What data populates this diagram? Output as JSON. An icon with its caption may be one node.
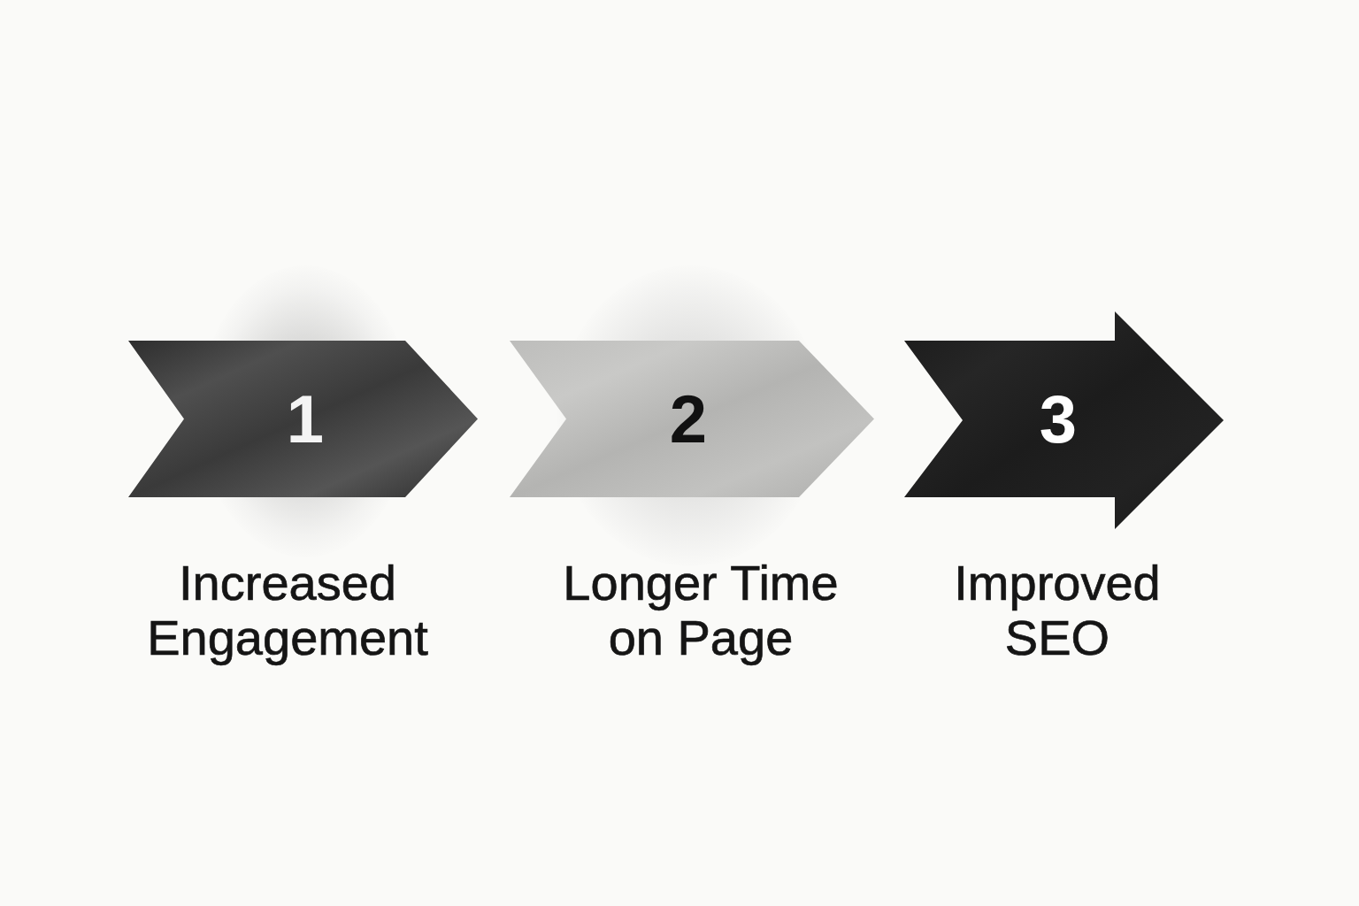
{
  "diagram": {
    "nodes": [
      {
        "text": [
          "1"
        ],
        "beside": [
          "Increased Engagement"
        ]
      },
      {
        "text": [
          "2"
        ],
        "beside": [
          "Longer Time on Page"
        ]
      },
      {
        "text": [
          "3"
        ],
        "beside": [
          "Improved SEO"
        ]
      }
    ]
  }
}
